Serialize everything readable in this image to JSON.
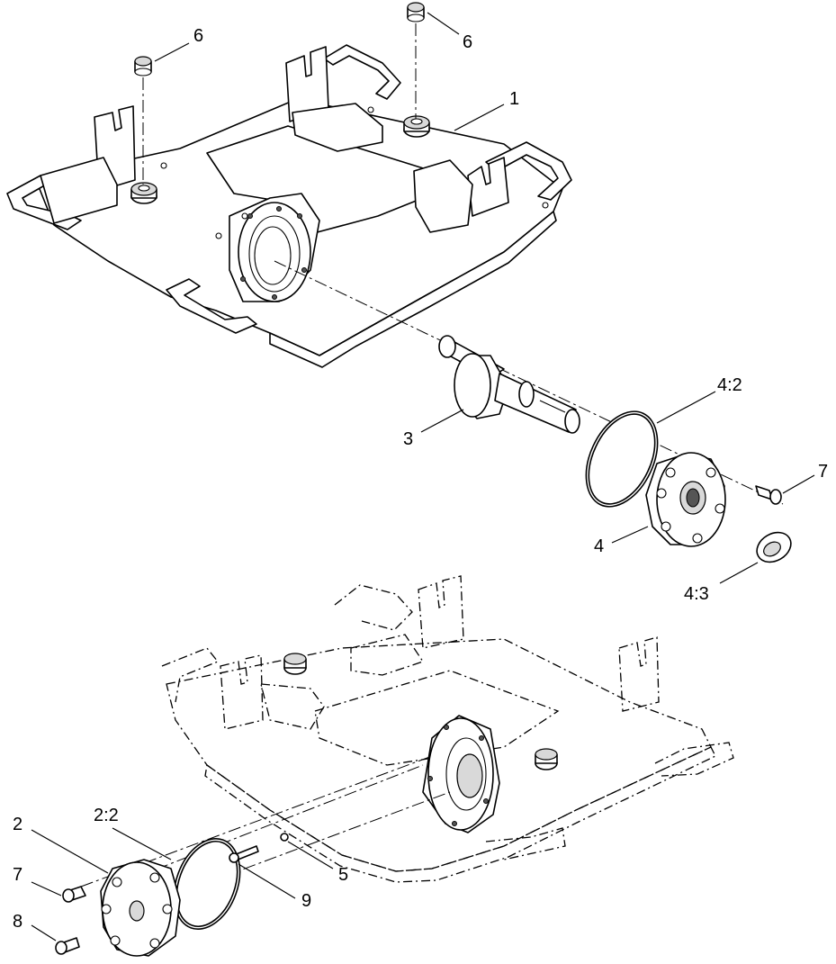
{
  "callouts": [
    {
      "id": "c6a",
      "label": "6"
    },
    {
      "id": "c6b",
      "label": "6"
    },
    {
      "id": "c1",
      "label": "1"
    },
    {
      "id": "c3",
      "label": "3"
    },
    {
      "id": "c42",
      "label": "4:2"
    },
    {
      "id": "c7a",
      "label": "7"
    },
    {
      "id": "c4",
      "label": "4"
    },
    {
      "id": "c43",
      "label": "4:3"
    },
    {
      "id": "c2",
      "label": "2"
    },
    {
      "id": "c22",
      "label": "2:2"
    },
    {
      "id": "c7b",
      "label": "7"
    },
    {
      "id": "c8",
      "label": "8"
    },
    {
      "id": "c9",
      "label": "9"
    },
    {
      "id": "c5",
      "label": "5"
    }
  ]
}
